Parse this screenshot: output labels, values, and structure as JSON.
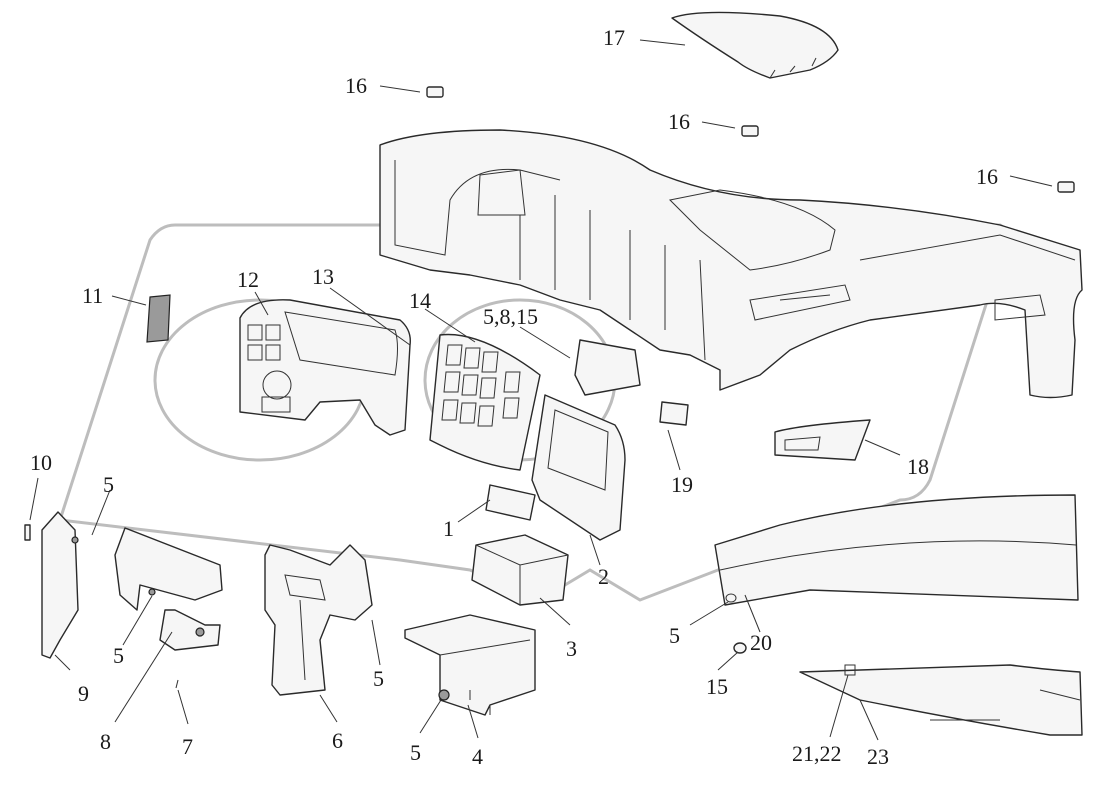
{
  "callouts": [
    {
      "label": "17"
    },
    {
      "label": "16"
    },
    {
      "label": "16"
    },
    {
      "label": "16"
    },
    {
      "label": "11"
    },
    {
      "label": "12"
    },
    {
      "label": "13"
    },
    {
      "label": "14"
    },
    {
      "label": "5,8,15"
    },
    {
      "label": "18"
    },
    {
      "label": "19"
    },
    {
      "label": "10"
    },
    {
      "label": "5"
    },
    {
      "label": "1"
    },
    {
      "label": "2"
    },
    {
      "label": "3"
    },
    {
      "label": "5"
    },
    {
      "label": "20"
    },
    {
      "label": "15"
    },
    {
      "label": "5"
    },
    {
      "label": "9"
    },
    {
      "label": "8"
    },
    {
      "label": "7"
    },
    {
      "label": "6"
    },
    {
      "label": "5"
    },
    {
      "label": "5"
    },
    {
      "label": "4"
    },
    {
      "label": "21,22"
    },
    {
      "label": "23"
    }
  ]
}
